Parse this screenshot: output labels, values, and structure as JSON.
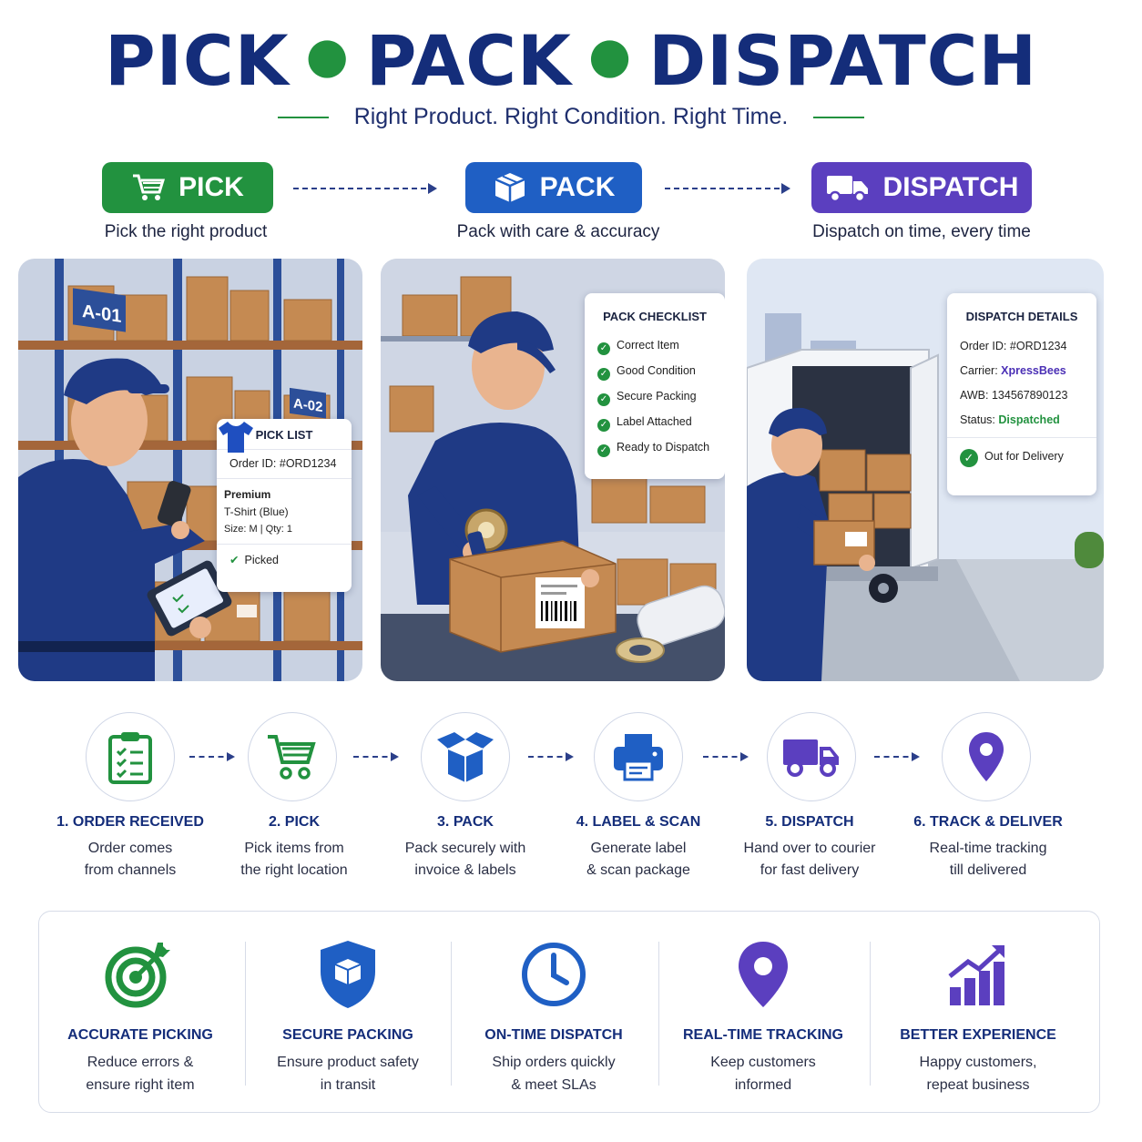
{
  "header": {
    "title_pick": "PICK",
    "title_pack": "PACK",
    "title_dispatch": "DISPATCH",
    "subtitle": "Right Product. Right Condition. Right Time."
  },
  "stages": [
    {
      "label": "PICK",
      "caption": "Pick the right product",
      "icon": "cart-icon",
      "color": "#22923f"
    },
    {
      "label": "PACK",
      "caption": "Pack with care & accuracy",
      "icon": "box-icon",
      "color": "#1f5fc4"
    },
    {
      "label": "DISPATCH",
      "caption": "Dispatch on time, every time",
      "icon": "truck-icon",
      "color": "#5b3fbf"
    }
  ],
  "pick_scene": {
    "shelf_label_1": "A-01",
    "shelf_label_2": "A-02",
    "card": {
      "title": "PICK LIST",
      "order_id": "Order ID: #ORD1234",
      "product_line1": "Premium",
      "product_line2": "T-Shirt (Blue)",
      "product_line3": "Size: M | Qty: 1",
      "status": "Picked"
    }
  },
  "pack_scene": {
    "card": {
      "title": "PACK CHECKLIST",
      "items": [
        "Correct Item",
        "Good Condition",
        "Secure Packing",
        "Label Attached",
        "Ready to Dispatch"
      ]
    }
  },
  "dispatch_scene": {
    "card": {
      "title": "DISPATCH DETAILS",
      "order_label": "Order ID:",
      "order_value": "#ORD1234",
      "carrier_label": "Carrier:",
      "carrier_value": "XpressBees",
      "awb_label": "AWB:",
      "awb_value": "134567890123",
      "status_label": "Status:",
      "status_value": "Dispatched",
      "delivery": "Out for Delivery"
    }
  },
  "flow": [
    {
      "title": "1. ORDER RECEIVED",
      "line1": "Order comes",
      "line2": "from channels",
      "icon": "clipboard-icon"
    },
    {
      "title": "2. PICK",
      "line1": "Pick items from",
      "line2": "the right location",
      "icon": "cart-icon"
    },
    {
      "title": "3. PACK",
      "line1": "Pack securely with",
      "line2": "invoice & labels",
      "icon": "open-box-icon"
    },
    {
      "title": "4. LABEL & SCAN",
      "line1": "Generate label",
      "line2": "& scan package",
      "icon": "printer-icon"
    },
    {
      "title": "5. DISPATCH",
      "line1": "Hand over to courier",
      "line2": "for fast delivery",
      "icon": "truck-icon"
    },
    {
      "title": "6. TRACK & DELIVER",
      "line1": "Real-time tracking",
      "line2": "till delivered",
      "icon": "location-pin-icon"
    }
  ],
  "benefits": [
    {
      "title": "ACCURATE PICKING",
      "line1": "Reduce errors &",
      "line2": "ensure right item",
      "icon": "target-icon"
    },
    {
      "title": "SECURE PACKING",
      "line1": "Ensure product safety",
      "line2": "in transit",
      "icon": "shield-box-icon"
    },
    {
      "title": "ON-TIME DISPATCH",
      "line1": "Ship orders quickly",
      "line2": "& meet SLAs",
      "icon": "clock-icon"
    },
    {
      "title": "REAL-TIME TRACKING",
      "line1": "Keep customers",
      "line2": "informed",
      "icon": "location-pin-icon"
    },
    {
      "title": "BETTER EXPERIENCE",
      "line1": "Happy customers,",
      "line2": "repeat business",
      "icon": "growth-chart-icon"
    }
  ]
}
